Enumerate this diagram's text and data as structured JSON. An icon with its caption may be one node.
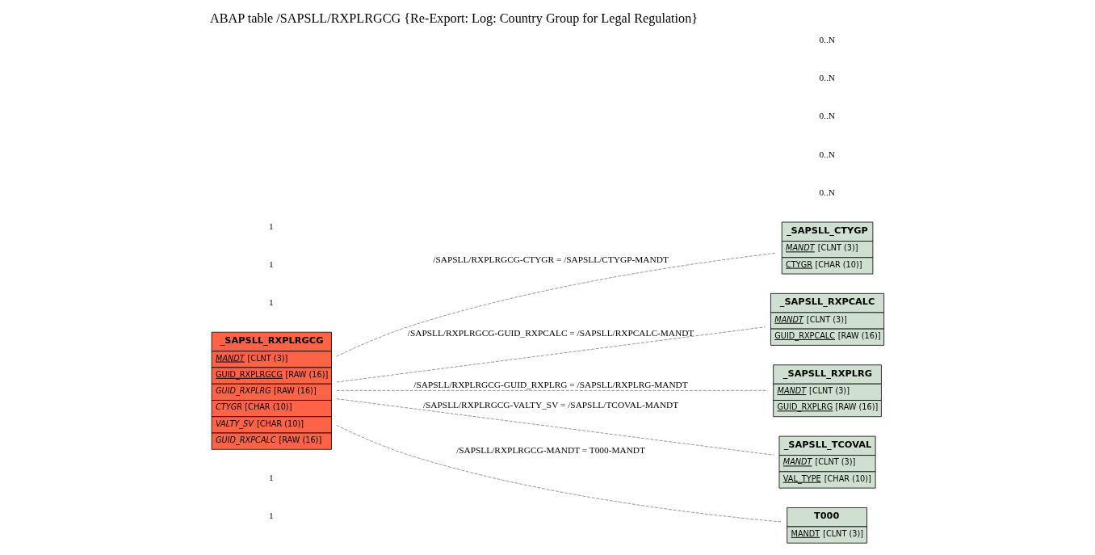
{
  "diagram": {
    "title": "ABAP table /SAPSLL/RXPLRGCG {Re-Export: Log: Country Group for Legal Regulation}",
    "nodes": [
      {
        "text": [
          "_SAPSLL_RXPLRGCG",
          "MANDT [CLNT (3)]",
          "GUID_RXPLRGCG [RAW (16)]",
          "GUID_RXPLRG [RAW (16)]",
          "CTYGR [CHAR (10)]",
          "VALTY_SV [CHAR (10)]",
          "GUID_RXPCALC [RAW (16)]"
        ]
      },
      {
        "text": [
          "_SAPSLL_CTYGP",
          "MANDT [CLNT (3)]",
          "CTYGR [CHAR (10)]"
        ]
      },
      {
        "text": [
          "_SAPSLL_RXPCALC",
          "MANDT [CLNT (3)]",
          "GUID_RXPCALC [RAW (16)]"
        ]
      },
      {
        "text": [
          "_SAPSLL_RXPLRG",
          "MANDT [CLNT (3)]",
          "GUID_RXPLRG [RAW (16)]"
        ]
      },
      {
        "text": [
          "_SAPSLL_TCOVAL",
          "MANDT [CLNT (3)]",
          "VAL_TYPE [CHAR (10)]"
        ]
      },
      {
        "text": [
          "T000",
          "MANDT [CLNT (3)]"
        ]
      }
    ],
    "edges": [
      {
        "from": 0,
        "to": 1,
        "arrow": "none",
        "label": "/SAPSLL/RXPLRGCG-CTYGR = /SAPSLL/CTYGP-MANDT",
        "style": "dashed"
      },
      {
        "from": 0,
        "to": 2,
        "arrow": "none",
        "label": "/SAPSLL/RXPLRGCG-GUID_RXPCALC = /SAPSLL/RXPCALC-MANDT",
        "style": "dashed"
      },
      {
        "from": 0,
        "to": 3,
        "arrow": "none",
        "label": "/SAPSLL/RXPLRGCG-GUID_RXPLRG = /SAPSLL/RXPLRG-MANDT",
        "style": "dashed"
      },
      {
        "from": 0,
        "to": 4,
        "arrow": "none",
        "label": "/SAPSLL/RXPLRGCG-VALTY_SV = /SAPSLL/TCOVAL-MANDT",
        "style": "dashed"
      },
      {
        "from": 0,
        "to": 5,
        "arrow": "none",
        "label": "/SAPSLL/RXPLRGCG-MANDT = T000-MANDT",
        "style": "dashed"
      }
    ],
    "labels": [
      "0..N",
      "0..N",
      "1",
      "1",
      "1",
      "0..N",
      "1",
      "1",
      "0..N",
      "0..N"
    ]
  }
}
